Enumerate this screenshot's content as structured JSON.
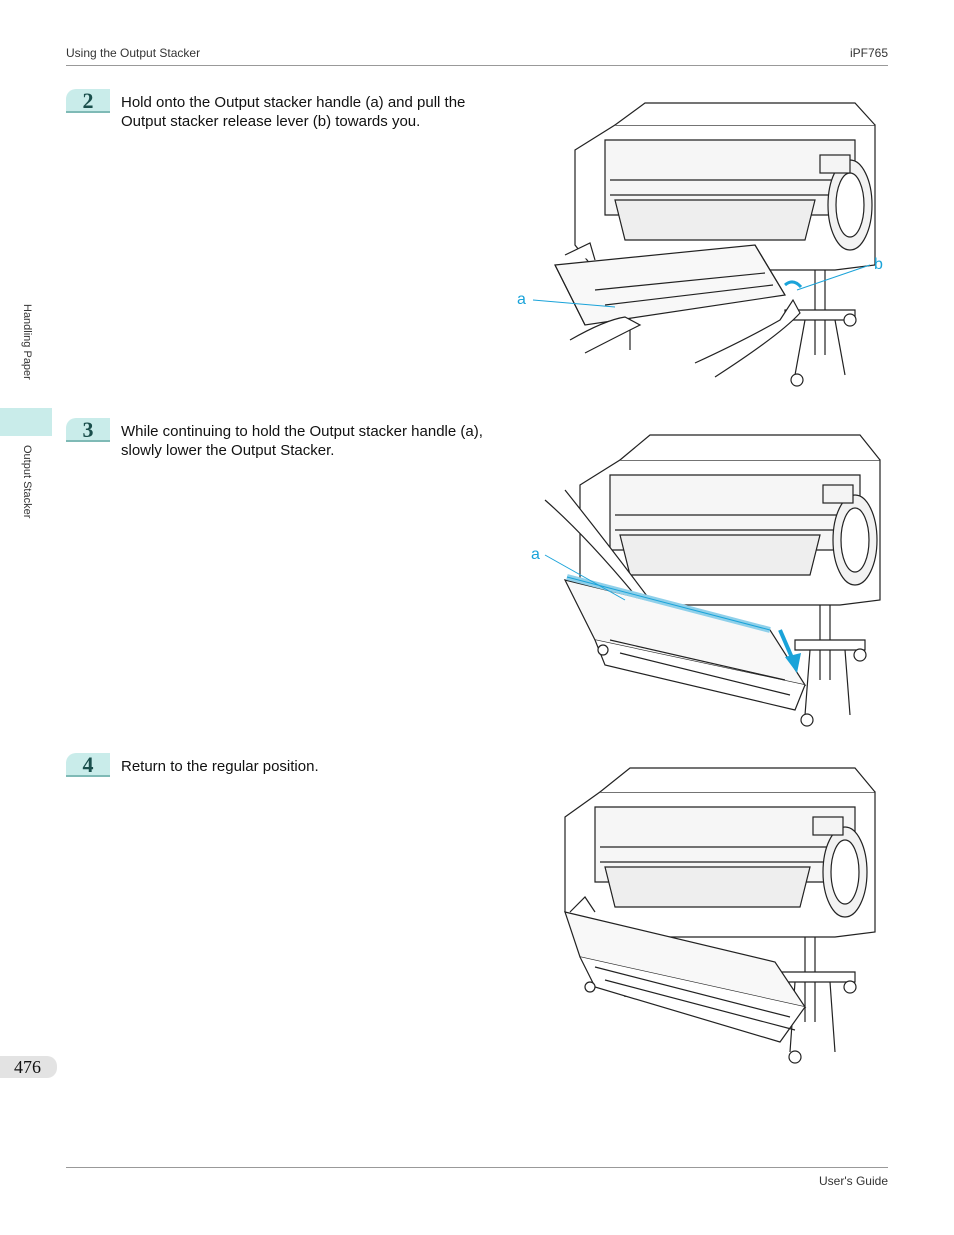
{
  "header": {
    "section": "Using the Output Stacker",
    "model": "iPF765"
  },
  "sidebar": {
    "chapter": "Handling Paper",
    "section": "Output Stacker"
  },
  "steps": [
    {
      "number": "2",
      "text": "Hold onto the Output stacker handle (a) and pull the Output stacker release lever (b) towards you.",
      "callouts": [
        "a",
        "b"
      ]
    },
    {
      "number": "3",
      "text": "While continuing to hold the Output stacker handle (a), slowly lower the Output Stacker.",
      "callouts": [
        "a"
      ]
    },
    {
      "number": "4",
      "text": "Return to the regular position.",
      "callouts": []
    }
  ],
  "page_number": "476",
  "footer": {
    "guide": "User's Guide"
  },
  "colors": {
    "accent": "#c9ecea",
    "callout": "#1aa3d9",
    "highlight_part": "#8fd0ea",
    "line_art": "#222222"
  }
}
